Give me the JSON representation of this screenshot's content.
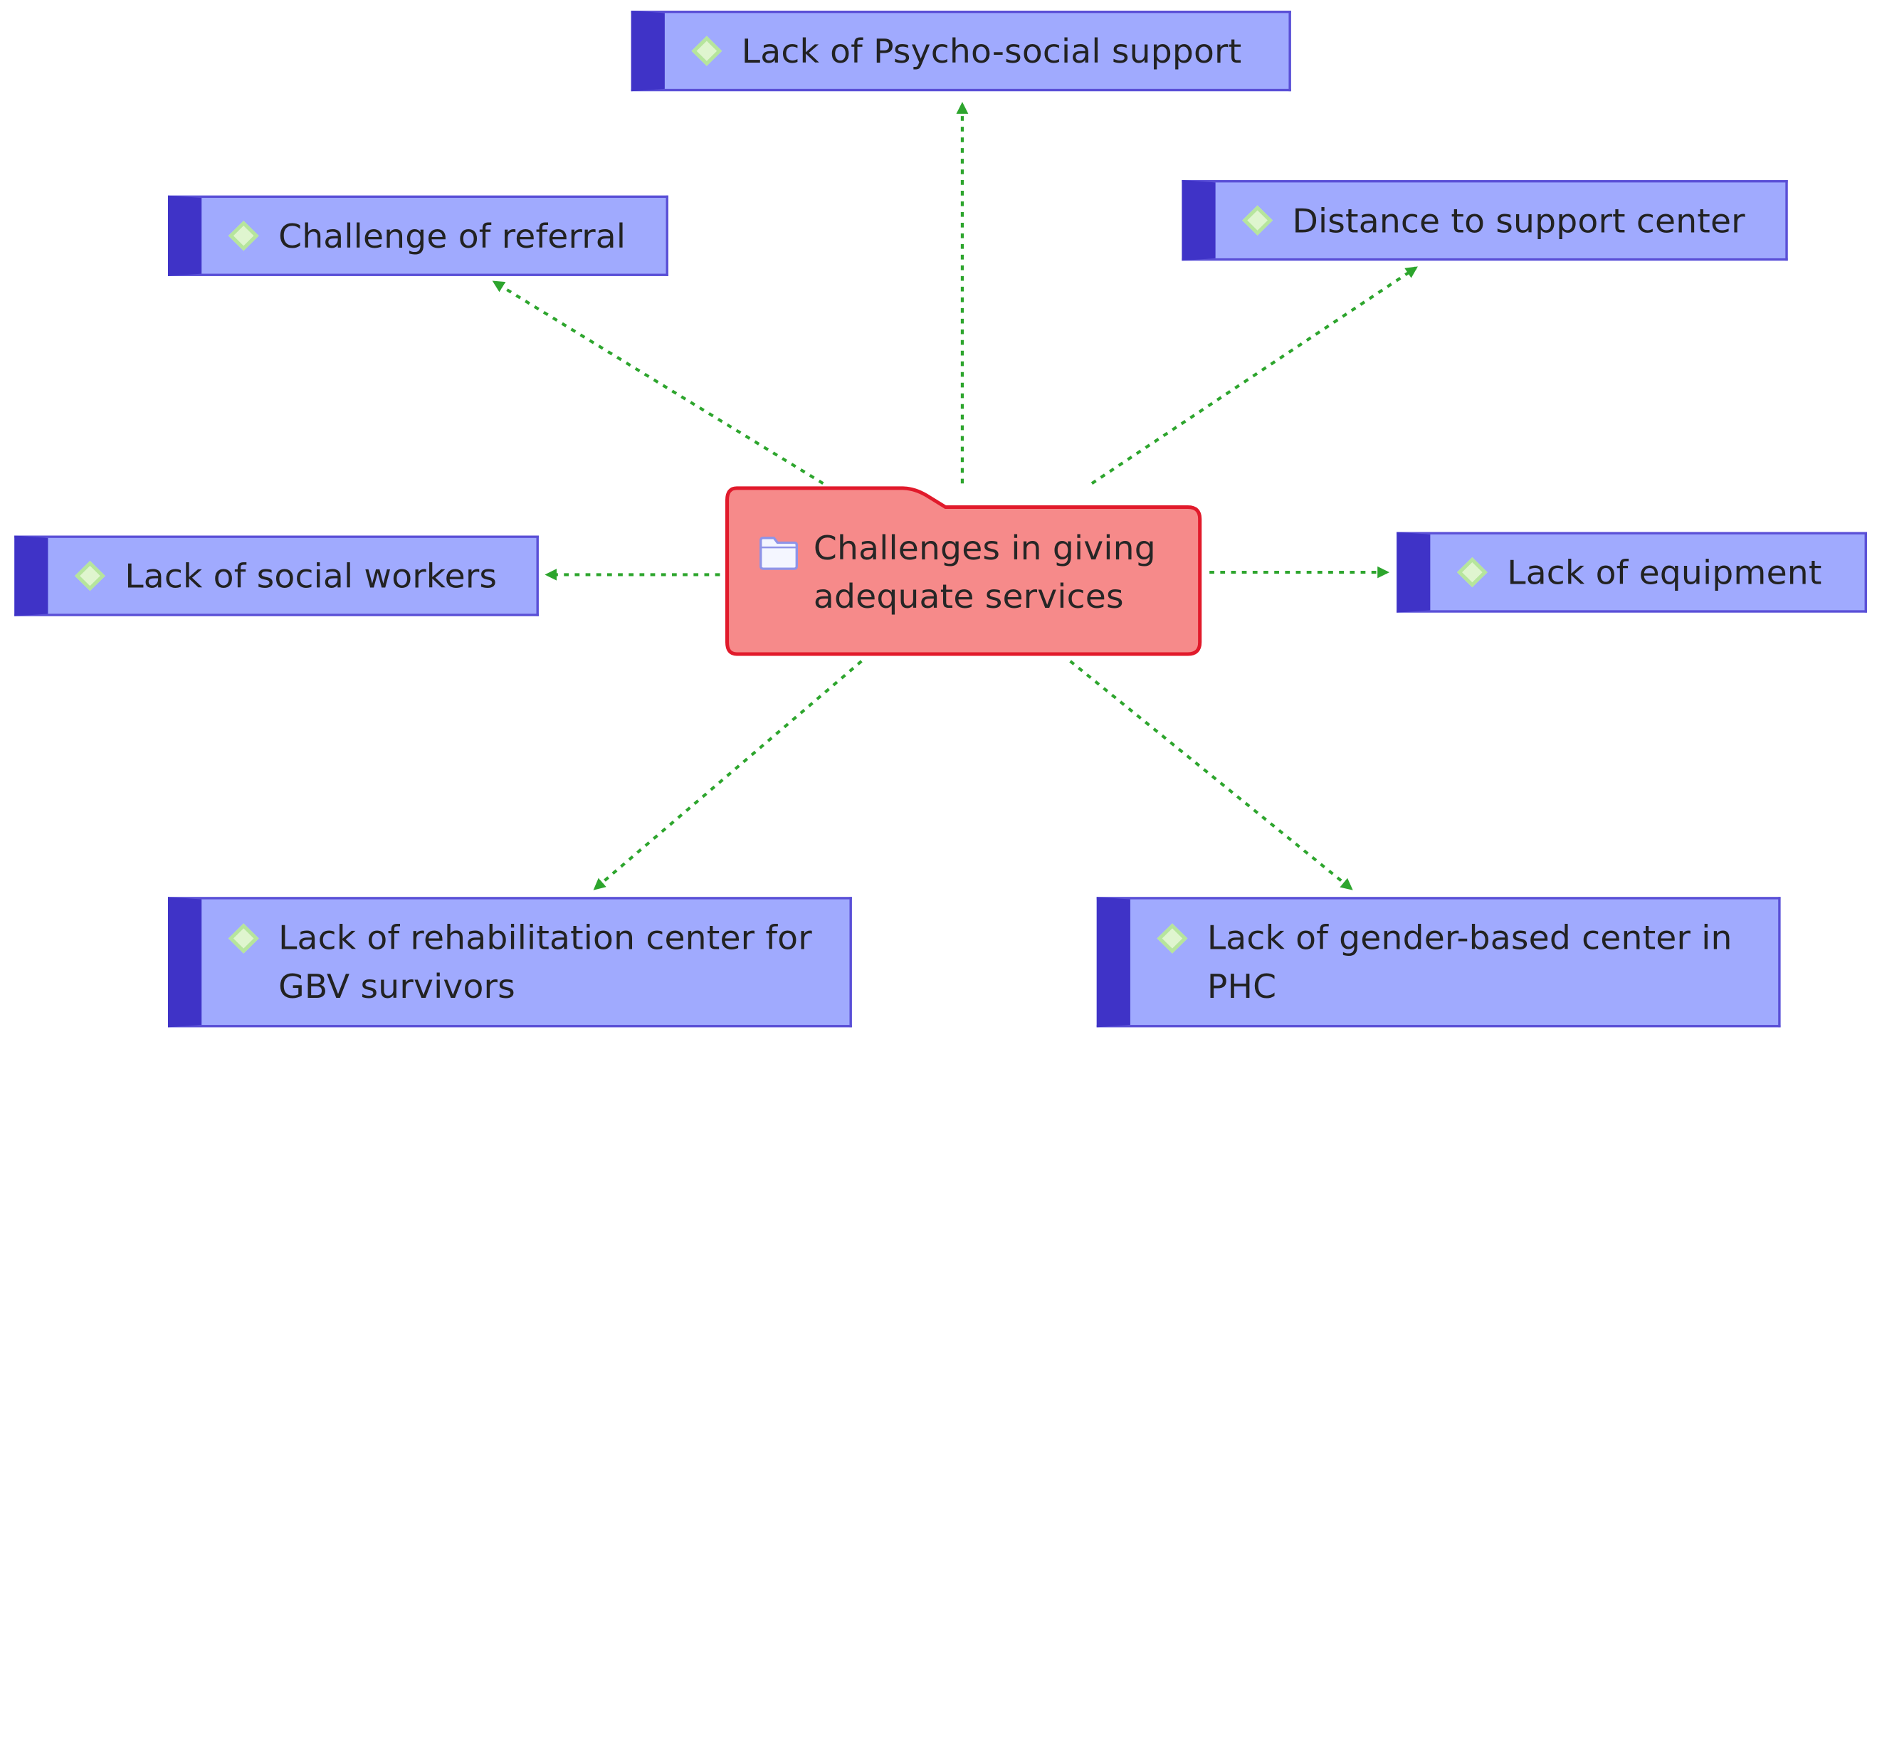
{
  "colors": {
    "node_fill": "#a0aafe",
    "node_accent": "#3f33c7",
    "center_fill": "#f68a8a",
    "center_border": "#e11a2b",
    "connector": "#2da52d",
    "diamond_fill": "#dff5cf"
  },
  "diagram": {
    "center": {
      "label": "Challenges in giving\nadequate services",
      "icon": "folder-icon"
    },
    "nodes": [
      {
        "id": "psycho-social",
        "label": "Lack of Psycho-social support",
        "icon": "diamond-icon"
      },
      {
        "id": "referral",
        "label": "Challenge of referral",
        "icon": "diamond-icon"
      },
      {
        "id": "distance",
        "label": "Distance to support center",
        "icon": "diamond-icon"
      },
      {
        "id": "social-workers",
        "label": "Lack of social workers",
        "icon": "diamond-icon"
      },
      {
        "id": "equipment",
        "label": "Lack of equipment",
        "icon": "diamond-icon"
      },
      {
        "id": "rehabilitation",
        "label": "Lack of rehabilitation center for\nGBV survivors",
        "icon": "diamond-icon"
      },
      {
        "id": "gender-based",
        "label": "Lack of gender-based center in\nPHC",
        "icon": "diamond-icon"
      }
    ]
  }
}
